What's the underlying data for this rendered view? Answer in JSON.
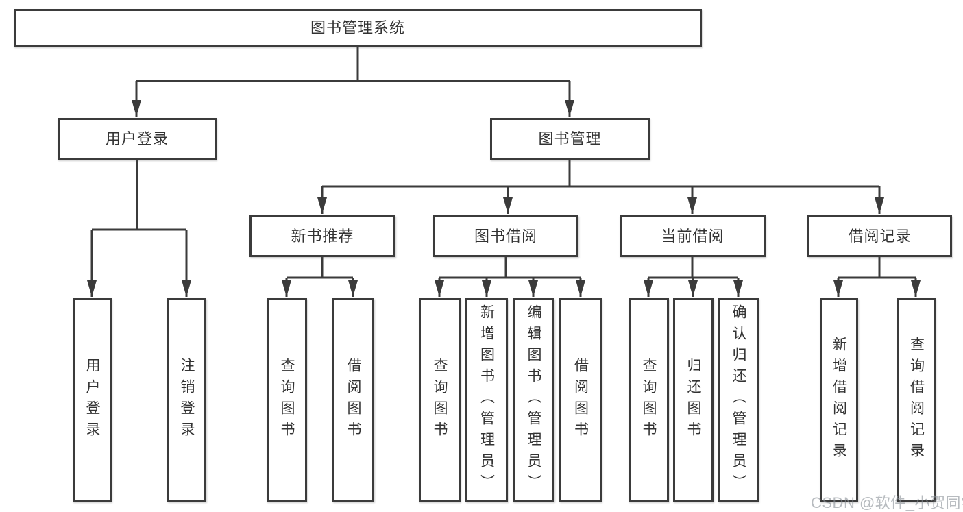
{
  "colors": {
    "line": "#3b3b3b",
    "box_border": "#3b3b3b",
    "text": "#333333",
    "background": "#ffffff",
    "watermark_text": "#8a9198"
  },
  "tree": {
    "root": {
      "label": "图书管理系统"
    },
    "branches": [
      {
        "label": "用户登录",
        "children": [
          {
            "label": "用户登录"
          },
          {
            "label": "注销登录"
          }
        ]
      },
      {
        "label": "图书管理",
        "children": [
          {
            "label": "新书推荐",
            "children": [
              {
                "label": "查询图书"
              },
              {
                "label": "借阅图书"
              }
            ]
          },
          {
            "label": "图书借阅",
            "children": [
              {
                "label": "查询图书"
              },
              {
                "label": "新增图书（管理员）"
              },
              {
                "label": "编辑图书（管理员）"
              },
              {
                "label": "借阅图书"
              }
            ]
          },
          {
            "label": "当前借阅",
            "children": [
              {
                "label": "查询图书"
              },
              {
                "label": "归还图书"
              },
              {
                "label": "确认归还（管理员）"
              }
            ]
          },
          {
            "label": "借阅记录",
            "children": [
              {
                "label": "新增借阅记录"
              },
              {
                "label": "查询借阅记录"
              }
            ]
          }
        ]
      }
    ]
  },
  "watermark": {
    "text": "CSDN @软件_小贺同学"
  }
}
